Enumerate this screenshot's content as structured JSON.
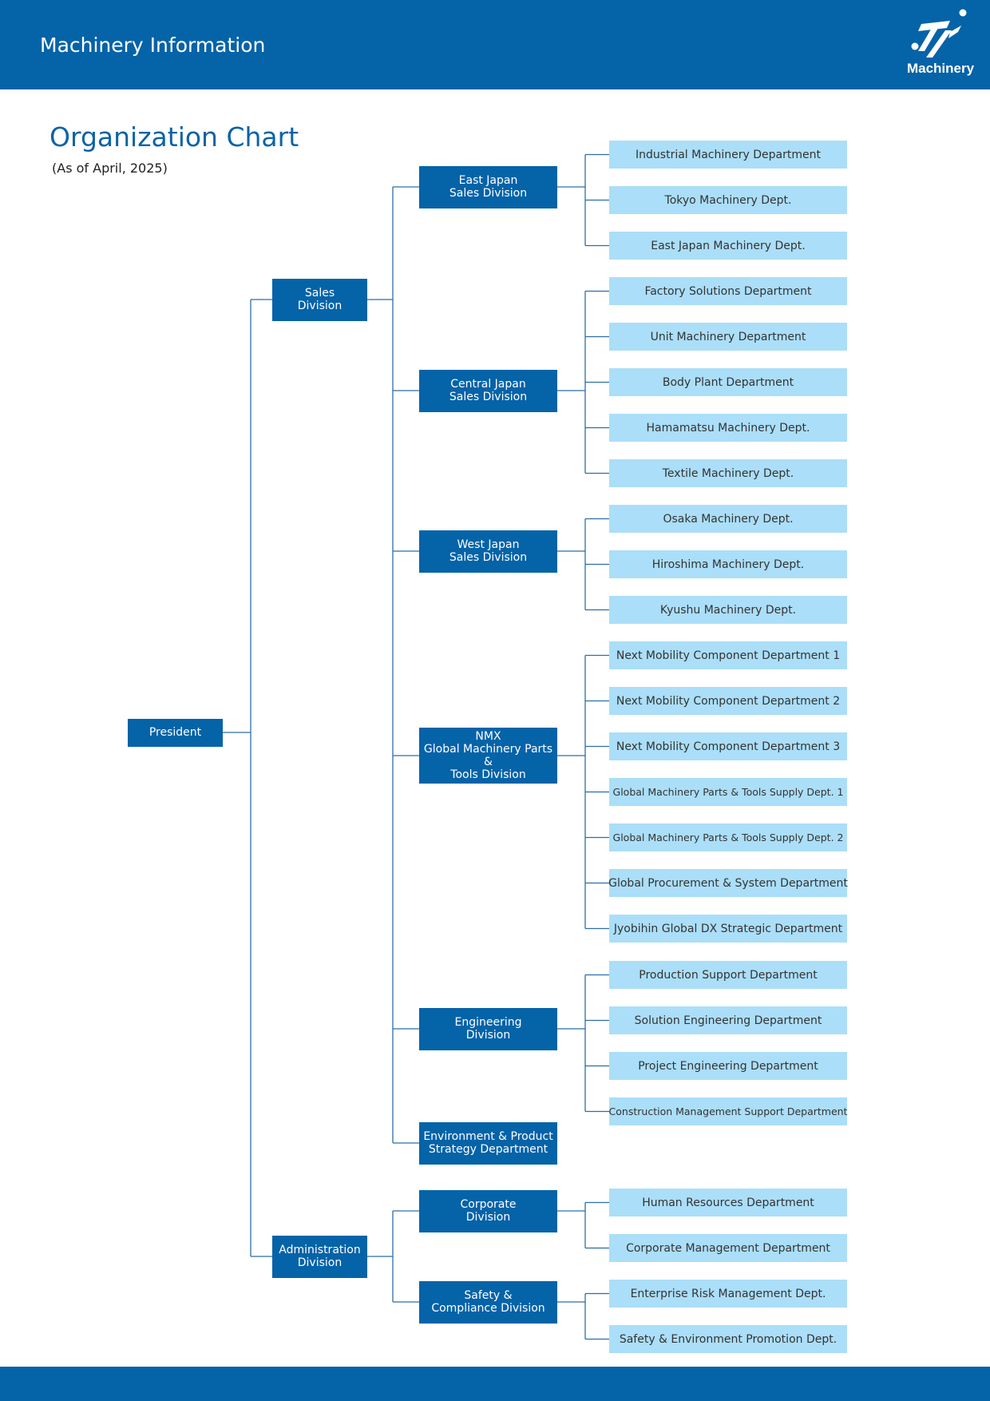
{
  "header": {
    "title": "Machinery Information",
    "logo_text": "Machinery",
    "logo_icon": "company-logo-icon"
  },
  "chart": {
    "title": "Organization Chart",
    "as_of": "(As of April, 2025)"
  },
  "colors": {
    "brand": "#0563a8",
    "department_fill": "#abdef8",
    "connector": "#2c6ea8"
  },
  "org": {
    "president": "President",
    "divisions": [
      {
        "name": "Sales\nDivision",
        "children": [
          {
            "name": "East Japan\nSales Division",
            "departments": [
              "Industrial Machinery Department",
              "Tokyo Machinery Dept.",
              "East Japan Machinery Dept."
            ]
          },
          {
            "name": "Central Japan\n    Sales Division",
            "departments": [
              "Factory Solutions Department",
              "Unit Machinery Department",
              "Body Plant Department",
              "Hamamatsu Machinery Dept.",
              "Textile Machinery Dept."
            ]
          },
          {
            "name": "West Japan\nSales Division",
            "departments": [
              "Osaka Machinery Dept.",
              "Hiroshima Machinery Dept.",
              "Kyushu Machinery Dept."
            ]
          },
          {
            "name": "NMX\nGlobal Machinery Parts &\nTools Division",
            "departments": [
              "Next Mobility Component Department 1",
              "Next Mobility Component Department 2",
              "Next Mobility Component Department 3",
              "Global Machinery Parts & Tools Supply Dept. 1",
              "Global Machinery Parts & Tools Supply Dept. 2",
              "Global Procurement & System Department",
              "Jyobihin Global DX Strategic Department"
            ]
          },
          {
            "name": "Engineering\nDivision",
            "departments": [
              "Production Support Department",
              "Solution Engineering Department",
              "Project Engineering Department",
              "Construction Management Support Department"
            ]
          },
          {
            "name": "Environment & Product\nStrategy Department",
            "departments": []
          }
        ]
      },
      {
        "name": "Administration\nDivision",
        "children": [
          {
            "name": "Corporate\nDivision",
            "departments": [
              "Human Resources Department",
              "Corporate Management Department"
            ]
          },
          {
            "name": "Safety &\nCompliance Division",
            "departments": [
              "Enterprise Risk Management Dept.",
              "Safety & Environment Promotion Dept."
            ]
          }
        ]
      }
    ]
  }
}
